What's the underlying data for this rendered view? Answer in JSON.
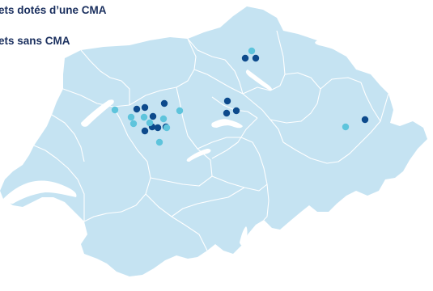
{
  "legend": {
    "items": [
      {
        "label": "ets dotés d’une CMA",
        "color": "#0d4a8c"
      },
      {
        "label": "ets sans CMA",
        "color": "#5ec4dc"
      }
    ]
  },
  "colors": {
    "land": "#c5e3f2",
    "border": "#ffffff",
    "lake": "#ffffff",
    "marker_with_cma": "#0d4a8c",
    "marker_without_cma": "#5ec4dc"
  },
  "markers": [
    {
      "type": "with_cma",
      "region": "zurich"
    },
    {
      "type": "with_cma",
      "region": "zurich"
    },
    {
      "type": "without_cma",
      "region": "zurich"
    },
    {
      "type": "with_cma",
      "region": "lucerne"
    },
    {
      "type": "with_cma",
      "region": "lucerne"
    },
    {
      "type": "with_cma",
      "region": "lucerne"
    },
    {
      "type": "with_cma",
      "region": "st-gallen"
    },
    {
      "type": "without_cma",
      "region": "st-gallen"
    },
    {
      "type": "without_cma",
      "region": "vaud"
    },
    {
      "type": "with_cma",
      "region": "bern"
    },
    {
      "type": "with_cma",
      "region": "bern"
    },
    {
      "type": "with_cma",
      "region": "bern"
    },
    {
      "type": "with_cma",
      "region": "bern"
    },
    {
      "type": "with_cma",
      "region": "bern"
    },
    {
      "type": "with_cma",
      "region": "bern"
    },
    {
      "type": "with_cma",
      "region": "bern"
    },
    {
      "type": "with_cma",
      "region": "bern"
    },
    {
      "type": "without_cma",
      "region": "bern"
    },
    {
      "type": "without_cma",
      "region": "bern"
    },
    {
      "type": "without_cma",
      "region": "bern"
    },
    {
      "type": "without_cma",
      "region": "bern"
    },
    {
      "type": "without_cma",
      "region": "bern"
    },
    {
      "type": "without_cma",
      "region": "bern"
    },
    {
      "type": "without_cma",
      "region": "bern"
    },
    {
      "type": "without_cma",
      "region": "bern"
    }
  ]
}
